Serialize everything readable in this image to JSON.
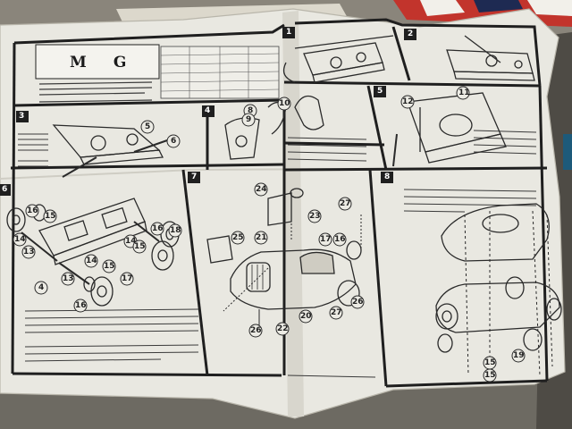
{
  "sheet": {
    "model_letter_1": "M",
    "model_letter_2": "G",
    "step_numbers": [
      "1",
      "2",
      "3",
      "4",
      "5",
      "6",
      "7",
      "8"
    ],
    "part_callouts": {
      "step3": [
        "5",
        "6"
      ],
      "step4": [
        "8",
        "9",
        "10"
      ],
      "step5": [
        "12",
        "11"
      ],
      "step6": [
        "16",
        "15",
        "14",
        "13",
        "4",
        "13",
        "14",
        "15",
        "17",
        "18",
        "16",
        "15",
        "14",
        "16"
      ],
      "step7": [
        "24",
        "25",
        "21",
        "23",
        "27",
        "17",
        "16",
        "26",
        "22",
        "20",
        "27",
        "26"
      ],
      "step8": [
        "15",
        "19",
        "15"
      ]
    }
  },
  "colors": {
    "background": "#6d6a62",
    "paper": "#ecebe4",
    "ink": "#1f1f1f",
    "box_red": "#c2342c"
  }
}
